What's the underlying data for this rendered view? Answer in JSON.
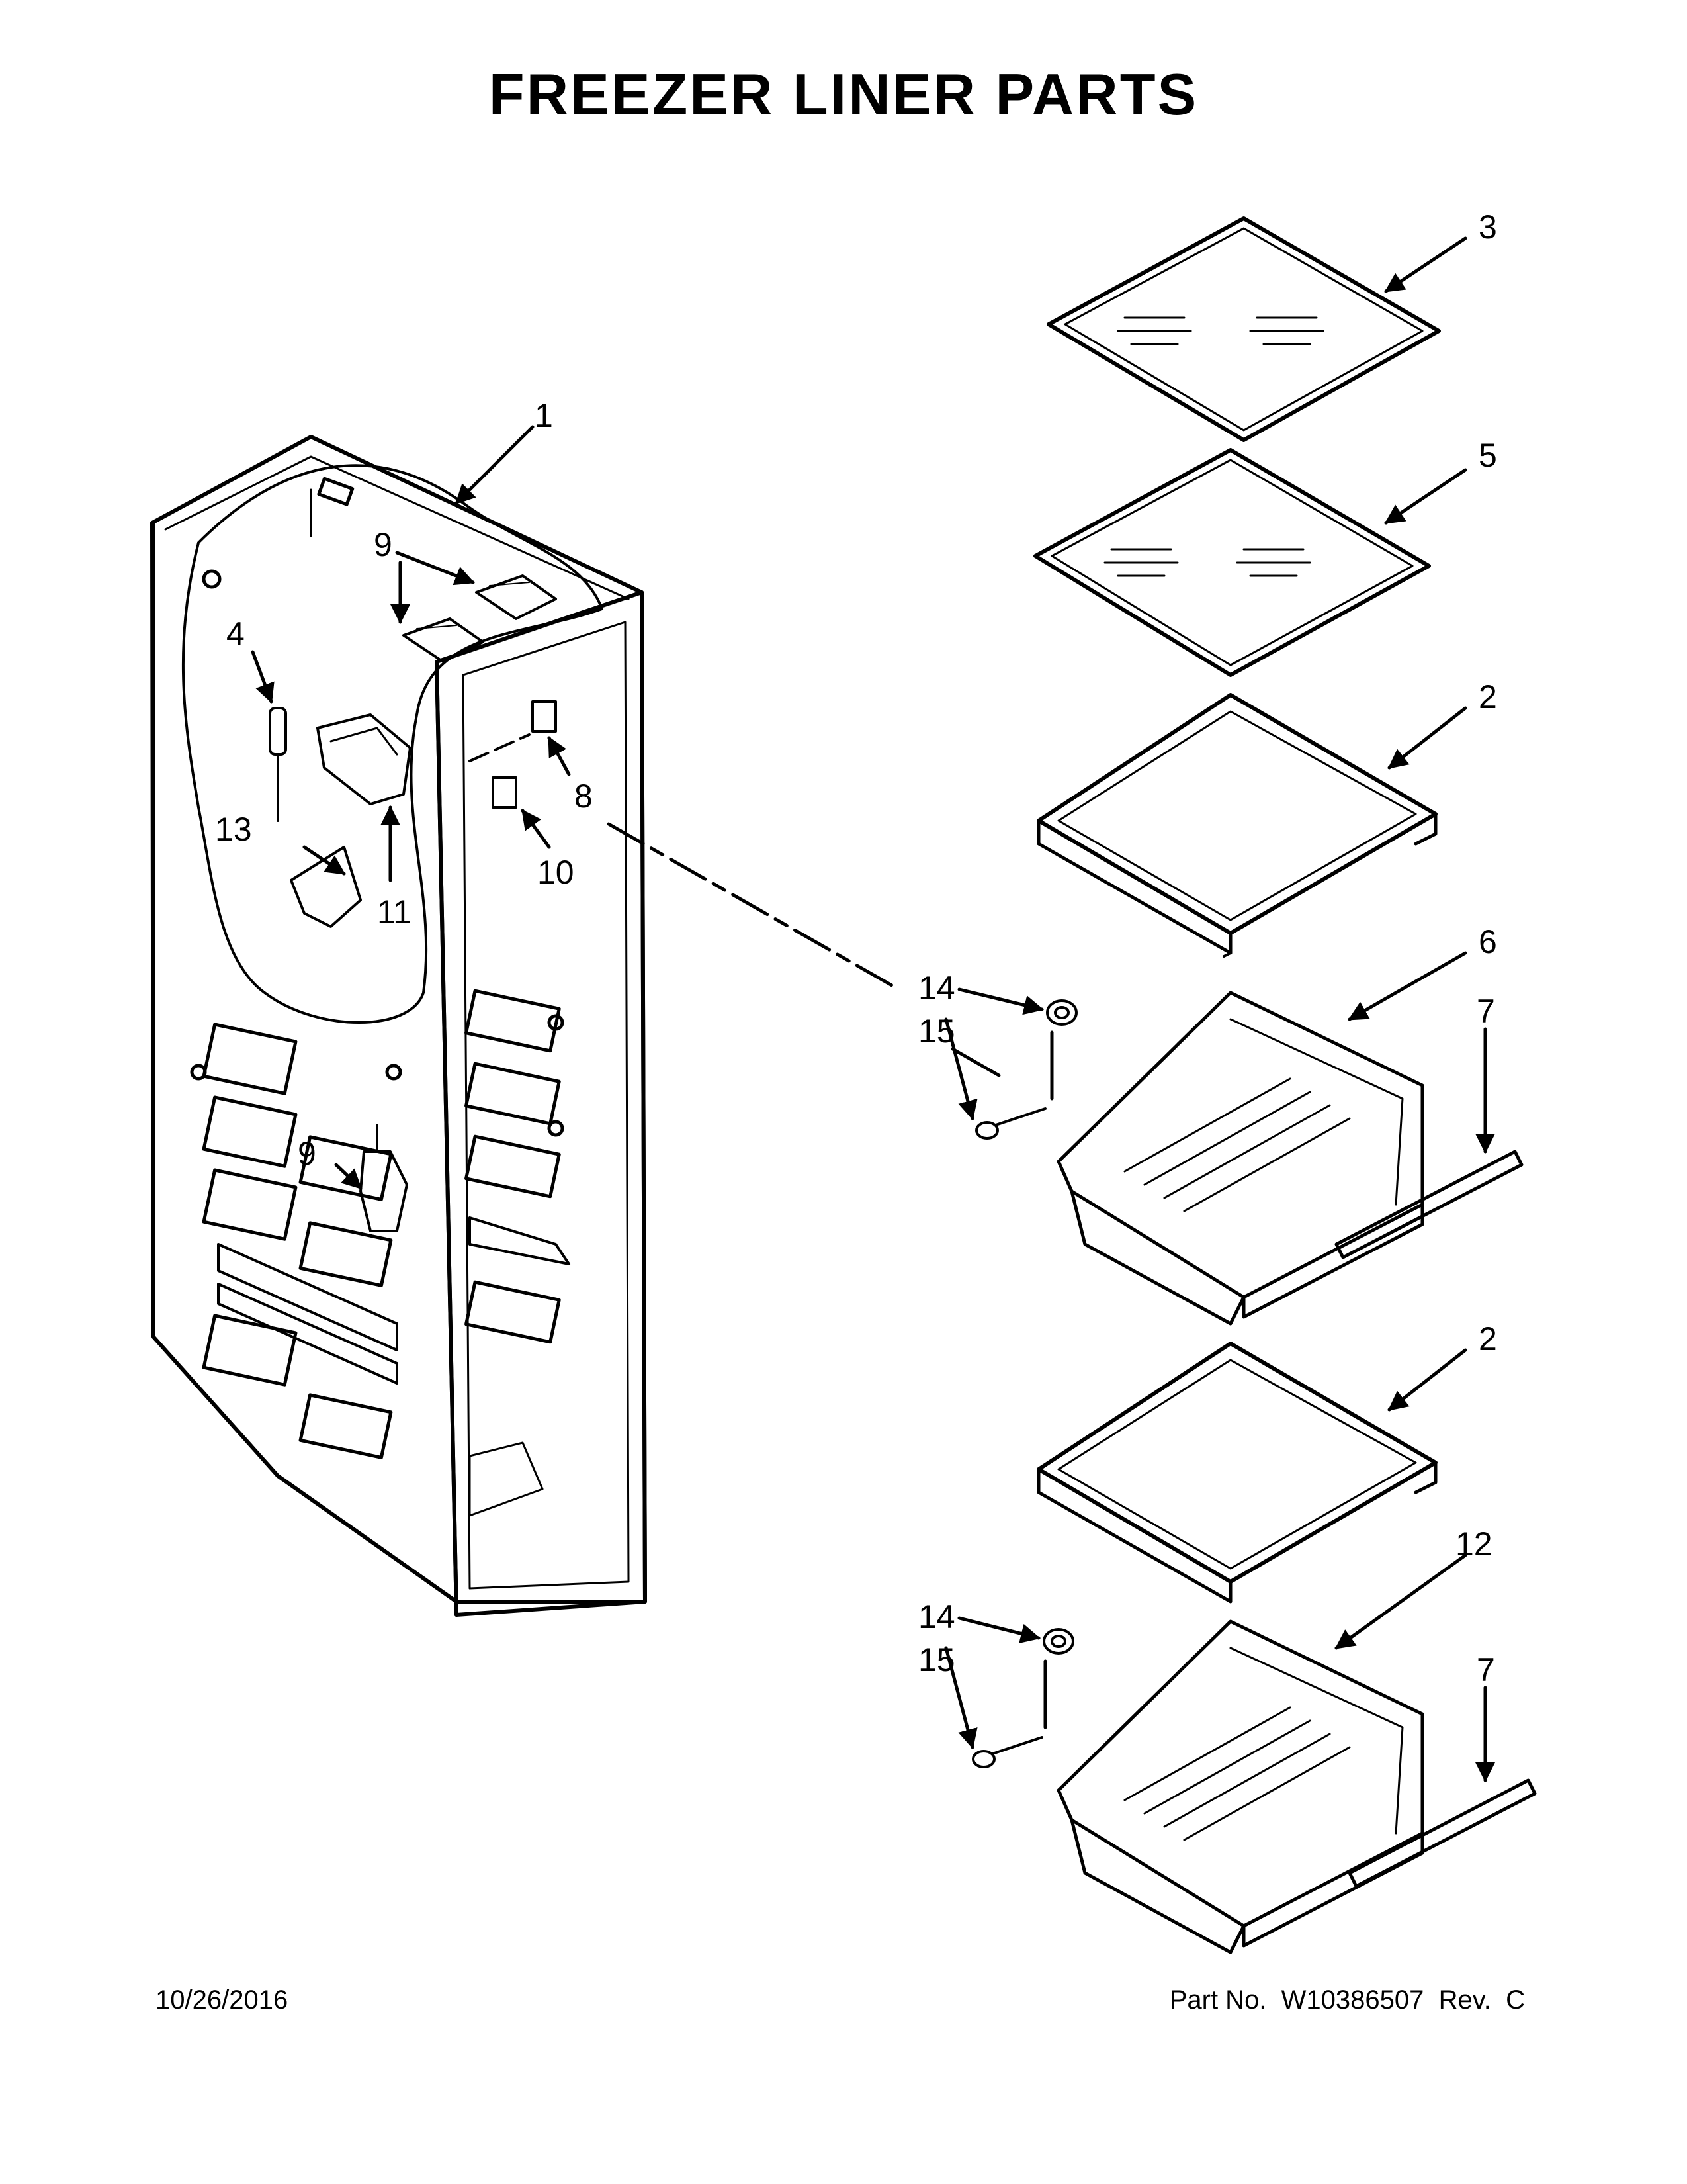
{
  "title": "FREEZER LINER PARTS",
  "callouts": [
    "1",
    "2",
    "2",
    "3",
    "4",
    "5",
    "6",
    "7",
    "7",
    "8",
    "9",
    "9",
    "10",
    "11",
    "12",
    "13",
    "14",
    "14",
    "15",
    "15"
  ],
  "footer": {
    "date": "10/26/2016",
    "part_number": "Part No.  W10386507  Rev.  C"
  }
}
